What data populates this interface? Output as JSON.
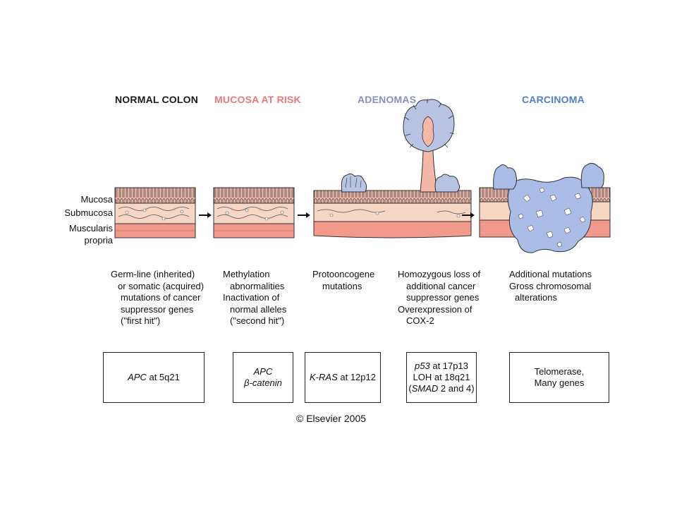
{
  "stages": [
    {
      "title": "NORMAL COLON",
      "color": "#1a1a1a"
    },
    {
      "title": "MUCOSA AT RISK",
      "color": "#e8797a"
    },
    {
      "title": "ADENOMAS",
      "color": "#8a8ec4"
    },
    {
      "title": "CARCINOMA",
      "color": "#4f7fc4"
    }
  ],
  "layers": {
    "mucosa": "Mucosa",
    "submucosa": "Submucosa",
    "muscularis_1": "Muscularis",
    "muscularis_2": "propria"
  },
  "descriptions": {
    "normal": [
      "Germ-line (inherited)",
      "or somatic (acquired)",
      "mutations of cancer",
      "suppressor genes",
      "(\"first hit\")"
    ],
    "risk": [
      "Methylation",
      "abnormalities",
      "Inactivation of",
      "normal alleles",
      "(\"second hit\")"
    ],
    "adenoma_early": [
      "Protooncogene",
      "mutations"
    ],
    "adenoma_late": [
      "Homozygous loss of",
      "additional cancer",
      "suppressor genes",
      "Overexpression of",
      "COX-2"
    ],
    "carcinoma": [
      "Additional mutations",
      "Gross chromosomal",
      "alterations"
    ]
  },
  "genes": {
    "box1": {
      "italic": "APC",
      "rest": " at 5q21"
    },
    "box2": {
      "line1": "APC",
      "line2": "β-catenin"
    },
    "box3": {
      "italic": "K-RAS",
      "rest": " at 12p12"
    },
    "box4": {
      "l1_italic": "p53",
      "l1_rest": " at 17p13",
      "l2": "LOH at 18q21",
      "l3_open": "(",
      "l3_italic": "SMAD",
      "l3_rest": " 2 and 4)"
    },
    "box5": {
      "line1": "Telomerase,",
      "line2": "Many genes"
    }
  },
  "copyright": "© Elsevier 2005",
  "colors": {
    "mucosa_pink": "#f4b7a8",
    "submucosa": "#f8d6c4",
    "muscularis": "#f19a8c",
    "adenoma_blue": "#b9c3e3",
    "carcinoma_blue": "#a9bde6",
    "outline": "#2a2a2a"
  }
}
